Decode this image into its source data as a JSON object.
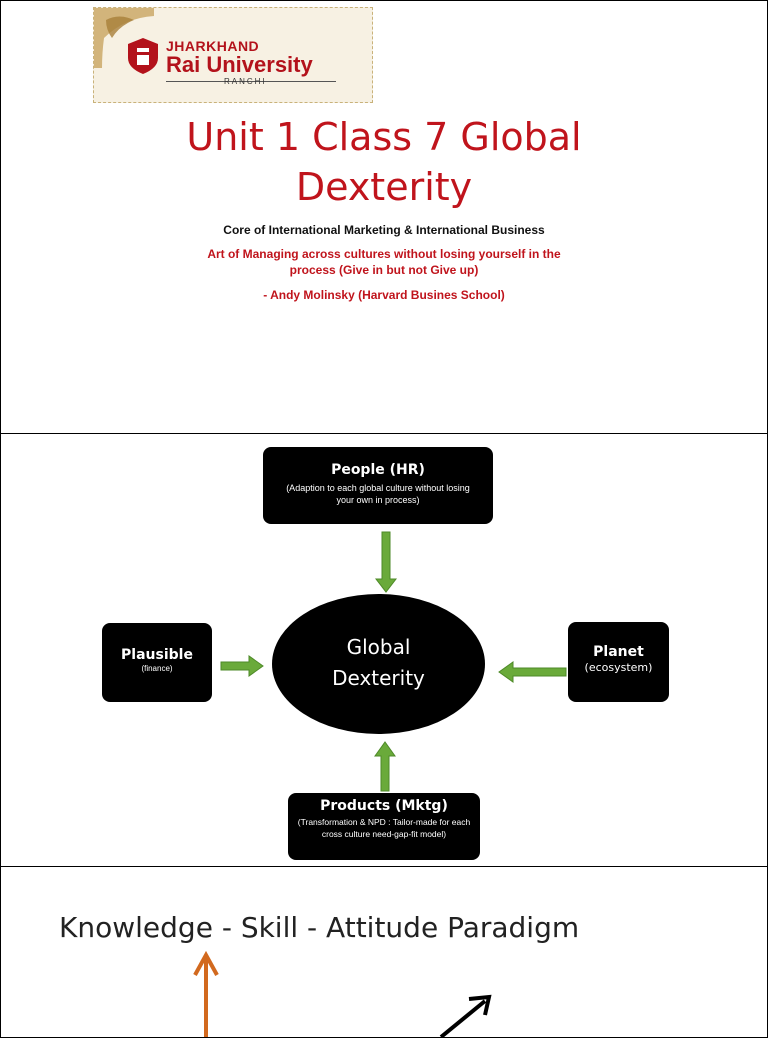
{
  "slide1": {
    "logo": {
      "line1": "JHARKHAND",
      "line2": "Rai University",
      "line3": "RANCHI"
    },
    "title_line1": "Unit 1 Class 7 Global",
    "title_line2": "Dexterity",
    "core": "Core of International Marketing & International Business",
    "art_line1": "Art of Managing across cultures without losing yourself in the",
    "art_line2": "process (Give in but not Give up)",
    "attribution": "- Andy Molinsky (Harvard Busines School)"
  },
  "slide2": {
    "center": {
      "line1": "Global",
      "line2": "Dexterity"
    },
    "people": {
      "title": "People (HR)",
      "desc": "(Adaption to each global culture without losing your own in process)"
    },
    "plausible": {
      "title": "Plausible",
      "desc": "(finance)"
    },
    "planet": {
      "title": "Planet",
      "desc": "(ecosystem)"
    },
    "products": {
      "title": "Products (Mktg)",
      "desc": "(Transformation & NPD : Tailor-made for each cross culture need-gap-fit model)"
    },
    "arrow_color": "#6aaa3a"
  },
  "slide3": {
    "title": "Knowledge - Skill - Attitude Paradigm",
    "arrow_orange": "#d2691e"
  },
  "colors": {
    "title_red": "#c0141c",
    "box_bg": "#000000"
  }
}
